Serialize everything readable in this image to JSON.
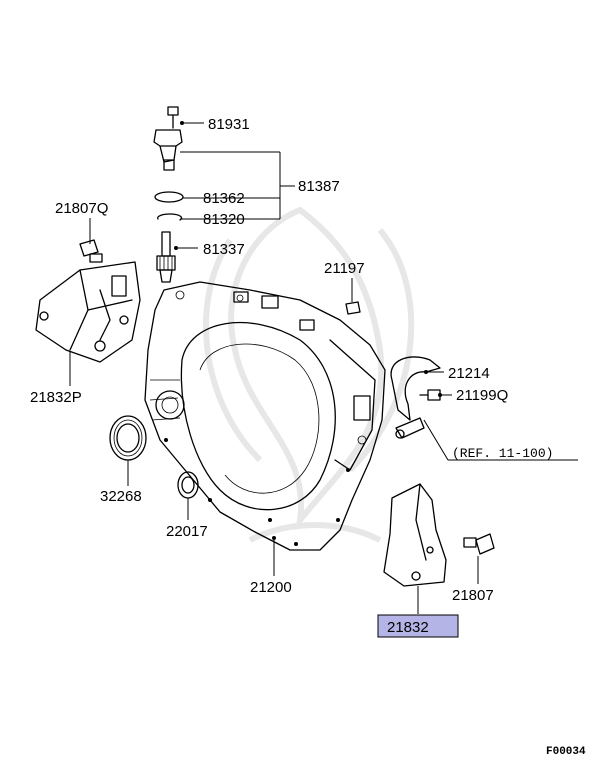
{
  "diagram": {
    "parts": [
      {
        "id": "p81931",
        "number": "81931"
      },
      {
        "id": "p81387",
        "number": "81387"
      },
      {
        "id": "p81362",
        "number": "81362"
      },
      {
        "id": "p81320",
        "number": "81320"
      },
      {
        "id": "p81337",
        "number": "81337"
      },
      {
        "id": "p21807Q",
        "number": "21807Q"
      },
      {
        "id": "p21832P",
        "number": "21832P"
      },
      {
        "id": "p21197",
        "number": "21197"
      },
      {
        "id": "p21214",
        "number": "21214"
      },
      {
        "id": "p21199Q",
        "number": "21199Q"
      },
      {
        "id": "p32268",
        "number": "32268"
      },
      {
        "id": "p22017",
        "number": "22017"
      },
      {
        "id": "p21200",
        "number": "21200"
      },
      {
        "id": "p21807",
        "number": "21807"
      },
      {
        "id": "p21832",
        "number": "21832"
      }
    ],
    "reference": "(REF. 11-100)",
    "figure_code": "F00034",
    "highlight_color": "#b4b4e6",
    "highlighted_part": "21832"
  }
}
